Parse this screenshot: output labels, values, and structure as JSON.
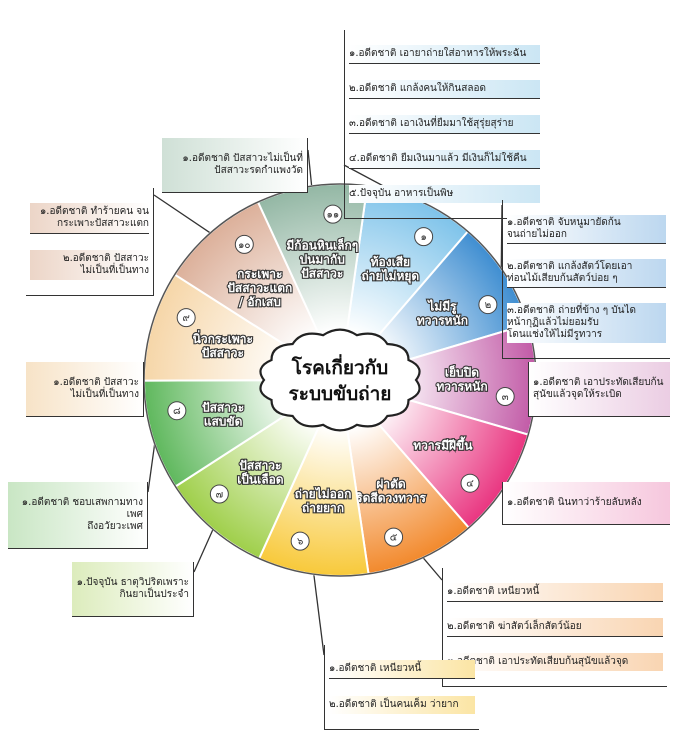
{
  "center": {
    "line1": "โรคเกี่ยวกับ",
    "line2": "ระบบขับถ่าย"
  },
  "segments": [
    {
      "num": "๑",
      "label": "ท้องเสีย\nถ่ายไม่หยุด",
      "color": "#7ec3ea"
    },
    {
      "num": "๒",
      "label": "ไม่มีรู\nทวารหนัก",
      "color": "#3f8ed1"
    },
    {
      "num": "๓",
      "label": "เย็บปิด\nทวารหนัก",
      "color": "#c25ba7"
    },
    {
      "num": "๔",
      "label": "ทวารมีฝี​ขึ้น",
      "color": "#e93580"
    },
    {
      "num": "๕",
      "label": "ผ่าตัด\nริดสีดวงทวาร",
      "color": "#f2892c"
    },
    {
      "num": "๖",
      "label": "ถ่ายไม่ออก\nถ่ายยาก",
      "color": "#f8c93a"
    },
    {
      "num": "๗",
      "label": "ปัสสาวะ\nเป็นเลือด",
      "color": "#9fcf4a"
    },
    {
      "num": "๘",
      "label": "ปัสสาวะ\nแสบขัด",
      "color": "#5fb85d"
    },
    {
      "num": "๙",
      "label": "นิ่วกระเพาะ\nปัสสาวะ",
      "color": "#f6d6a8"
    },
    {
      "num": "๑๐",
      "label": "กระเพาะ\nปัสสาวะแตก\n/ อักเสบ",
      "color": "#dcb09a"
    },
    {
      "num": "๑๑",
      "label": "มีก้อนหินเล็กๆ\nปนมากับ\nปัสสาวะ",
      "color": "#93b7a4"
    }
  ],
  "notes": {
    "n1": [
      "๑.อดีตชาติ เอายาถ่ายใส่อาหารให้พระฉัน",
      "๒.อดีตชาติ แกล้งคนให้กินสลอด",
      "๓.อดีตชาติ เอาเงินที่ยืมมาใช้สุรุ่ยสุร่าย",
      "๔.อดีตชาติ ยืมเงินมาแล้ว มีเงินก็ไม่ใช้คืน",
      "๕.ปัจจุบัน อาหารเป็นพิษ"
    ],
    "n2": [
      "๑.อดีตชาติ จับหนูมายัดก้น\nจนถ่ายไม่ออก",
      "๒.อดีตชาติ แกล้งสัตว์โดยเอา\nท่อนไม้เสียบก้นสัตว์บ่อย ๆ",
      "๓.อดีตชาติ ถ่ายที่ข้าง ๆ บันได\nหน้ากุฏิแล้วไม่ยอมรับ\nโดนแช่งให้ไม่มีรูทวาร"
    ],
    "n3": [
      "๑.อดีตชาติ เอาประทัดเสียบก้น\nสุนัขแล้วจุดให้ระเบิด"
    ],
    "n4": [
      "๑.อดีตชาติ นินทาว่าร้ายลับหลัง"
    ],
    "n5": [
      "๑.อดีตชาติ เหนียวหนี้",
      "๒.อดีตชาติ ฆ่าสัตว์เล็กสัตว์น้อย",
      "๓.อดีตชาติ เอาประทัดเสียบก้นสุนัขแล้วจุด"
    ],
    "n6": [
      "๑.อดีตชาติ เหนียวหนี้",
      "๒.อดีตชาติ เป็นคนเค็ม ว่ายาก"
    ],
    "n7": [
      "๑.ปัจจุบัน ธาตุวิปริตเพราะ\nกินยาเป็นประจำ"
    ],
    "n8": [
      "๑.อดีตชาติ ชอบเสพกามทางเพศ\nถึงอวัยวะเพศ"
    ],
    "n9": [
      "๑.อดีตชาติ ปัสสาวะ\nไม่เป็นที่เป็นทาง"
    ],
    "n10": [
      "๑.อดีตชาติ ทำร้ายคน จน\nกระเพาะปัสสาวะแตก",
      "๒.อดีตชาติ ปัสสาวะ\nไม่เป็นที่เป็นทาง"
    ],
    "n11": [
      "๑.อดีตชาติ ปัสสาวะไม่เป็นที่\nปัสสาวะรดกำแพงวัด"
    ]
  }
}
